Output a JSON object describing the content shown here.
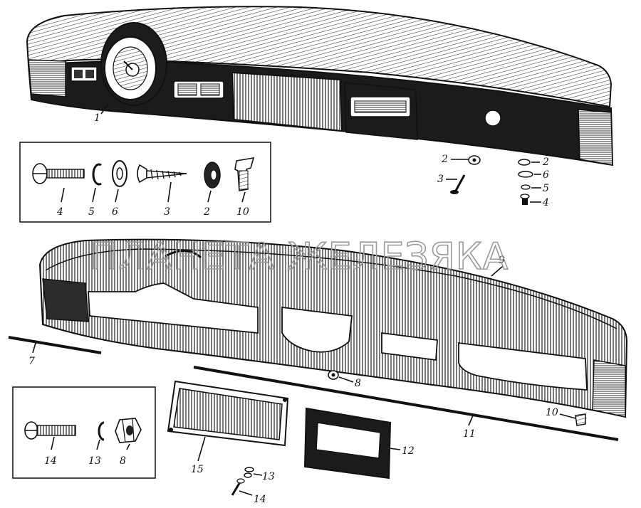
{
  "watermark": "ПЛАНЕТА ЖЕЛЕЗЯКА",
  "callouts": {
    "c1": "1",
    "c2a": "2",
    "c3a": "3",
    "c2b": "2",
    "c6b": "6",
    "c5b": "5",
    "c4b": "4",
    "inset1": {
      "n4": "4",
      "n5": "5",
      "n6": "6",
      "n3": "3",
      "n2": "2",
      "n10": "10"
    },
    "c9": "9",
    "c7": "7",
    "c8": "8",
    "c10": "10",
    "c11": "11",
    "inset2": {
      "n14": "14",
      "n13": "13",
      "n8": "8"
    },
    "c15": "15",
    "c12": "12",
    "c13": "13",
    "c14": "14"
  },
  "colors": {
    "ink": "#111111",
    "paper": "#ffffff",
    "watermark": "#9a9a9a"
  }
}
